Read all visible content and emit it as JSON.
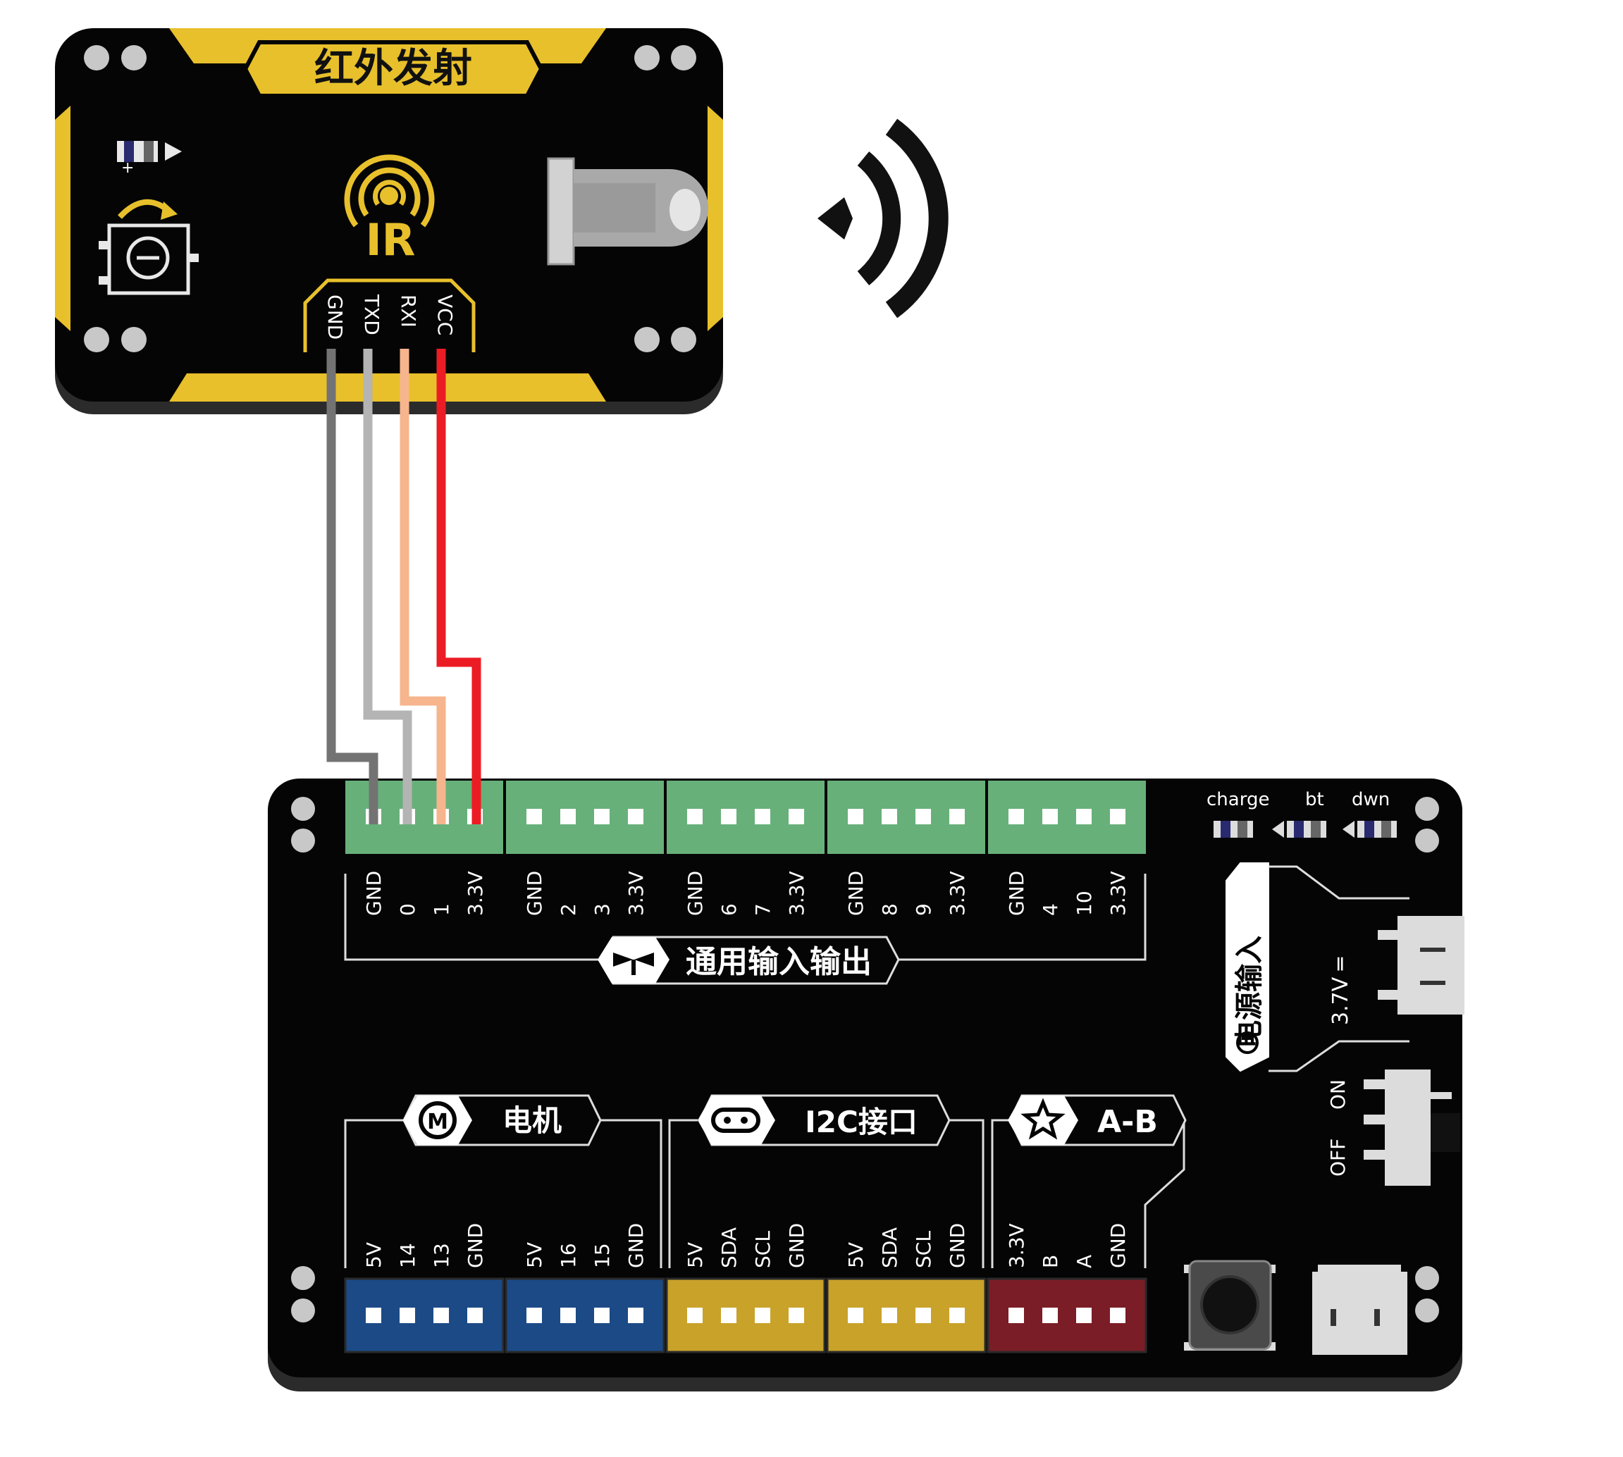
{
  "ir_module": {
    "title": "红外发射",
    "ir_logo": "IR",
    "pins": [
      "GND",
      "TXD",
      "RXI",
      "VCC"
    ]
  },
  "wires": [
    {
      "pin": "GND",
      "color": "#737373"
    },
    {
      "pin": "TXD",
      "color": "#b4b4b4"
    },
    {
      "pin": "RXI",
      "color": "#f6b58d"
    },
    {
      "pin": "VCC",
      "color": "#ec1c24"
    }
  ],
  "board": {
    "gpio_title": "通用输入输出",
    "gpio_groups": [
      {
        "labels": [
          "GND",
          "0",
          "1",
          "3.3V"
        ]
      },
      {
        "labels": [
          "GND",
          "2",
          "3",
          "3.3V"
        ]
      },
      {
        "labels": [
          "GND",
          "6",
          "7",
          "3.3V"
        ]
      },
      {
        "labels": [
          "GND",
          "8",
          "9",
          "3.3V"
        ]
      },
      {
        "labels": [
          "GND",
          "4",
          "10",
          "3.3V"
        ]
      }
    ],
    "status_labels": [
      "charge",
      "bt",
      "dwn"
    ],
    "power_title": "电源输入",
    "battery_label": "3.7V ═",
    "switch_on": "ON",
    "switch_off": "OFF",
    "motor_title": "电机",
    "motor_icon_letter": "M",
    "i2c_title": "I2C接口",
    "ab_title": "A-B",
    "bottom_groups": [
      {
        "labels": [
          "5V",
          "14",
          "13",
          "GND"
        ],
        "color": "#1b4a86"
      },
      {
        "labels": [
          "5V",
          "16",
          "15",
          "GND"
        ],
        "color": "#1b4a86"
      },
      {
        "labels": [
          "5V",
          "SDA",
          "SCL",
          "GND"
        ],
        "color": "#c9a22a"
      },
      {
        "labels": [
          "5V",
          "SDA",
          "SCL",
          "GND"
        ],
        "color": "#c9a22a"
      },
      {
        "labels": [
          "3.3V",
          "B",
          "A",
          "GND"
        ],
        "color": "#7a1d26"
      }
    ],
    "gpio_header_color": "#68b07a"
  },
  "colors": {
    "pcb_black": "#050505",
    "accent_yellow": "#e8c02b",
    "silkscreen_white": "#ffffff"
  }
}
